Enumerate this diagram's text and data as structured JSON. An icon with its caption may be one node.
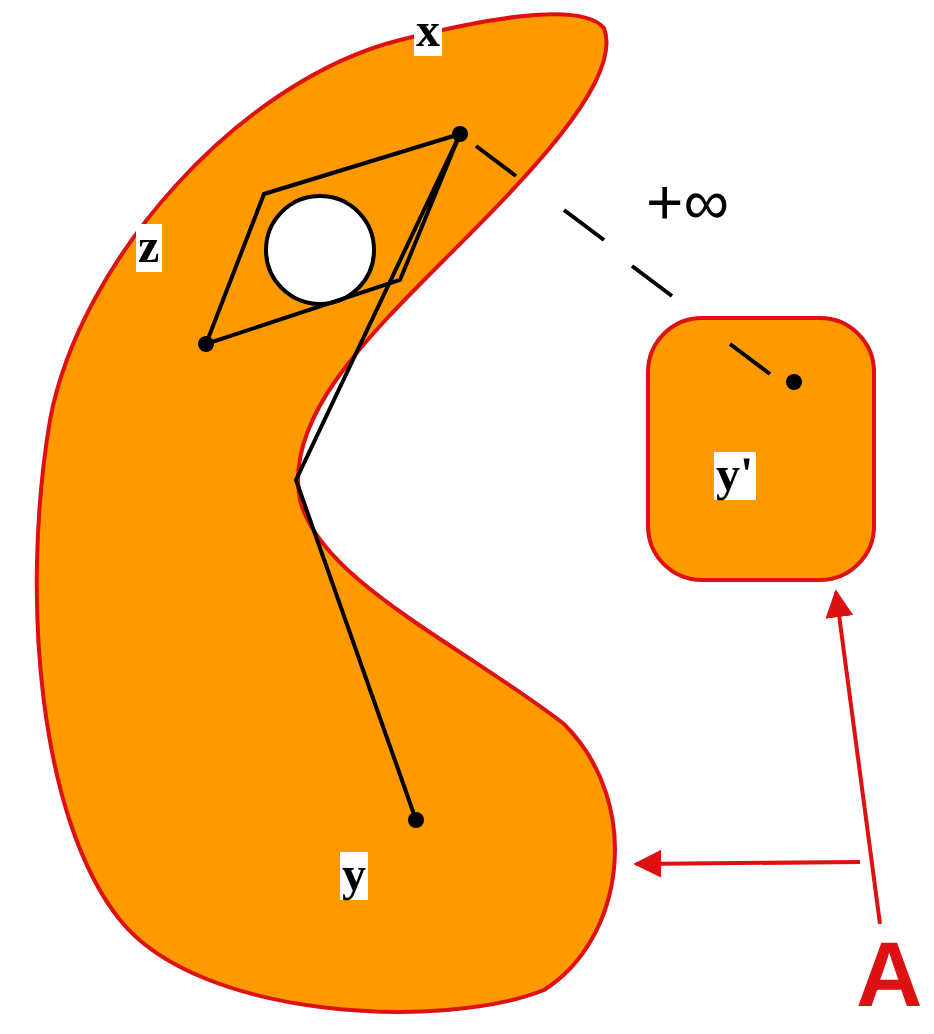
{
  "diagram": {
    "nodes": [
      {
        "text": [],
        "shape": "blob"
      },
      {
        "text": [
          "y'"
        ]
      },
      {
        "text": [
          "A"
        ]
      }
    ],
    "edges": [
      {
        "from": 2,
        "to": 0,
        "arrow": "to"
      },
      {
        "from": 2,
        "to": 1,
        "arrow": "to"
      }
    ],
    "labels": [
      "x",
      "+∞",
      "z",
      "y"
    ]
  }
}
